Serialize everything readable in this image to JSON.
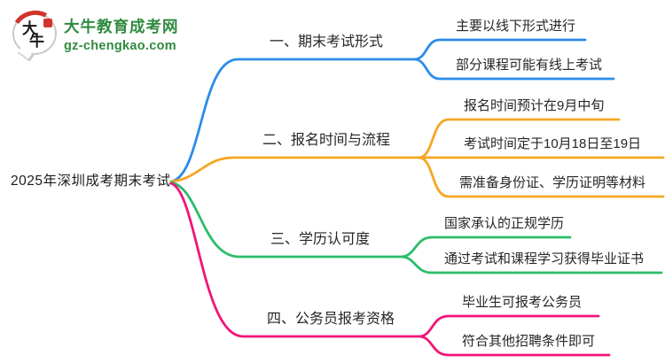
{
  "site": {
    "logo_char_top": "大",
    "logo_char_bottom": "牛",
    "name": "大牛教育成考网",
    "domain": "gz-chengkao.com",
    "brand_green": "#2f8a3d",
    "brand_red": "#d0342c"
  },
  "mindmap": {
    "central": "2025年深圳成考期末考试",
    "branches": [
      {
        "label": "一、期末考试形式",
        "color": "#2b8cea",
        "children": [
          "主要以线下形式进行",
          "部分课程可能有线上考试"
        ]
      },
      {
        "label": "二、报名时间与流程",
        "color": "#f5a623",
        "children": [
          "报名时间预计在9月中旬",
          "考试时间定于10月18日至19日",
          "需准备身份证、学历证明等材料"
        ]
      },
      {
        "label": "三、学历认可度",
        "color": "#2bbd6b",
        "children": [
          "国家承认的正规学历",
          "通过考试和课程学习获得毕业证书"
        ]
      },
      {
        "label": "四、公务员报考资格",
        "color": "#f01579",
        "children": [
          "毕业生可报考公务员",
          "符合其他招聘条件即可"
        ]
      }
    ]
  }
}
